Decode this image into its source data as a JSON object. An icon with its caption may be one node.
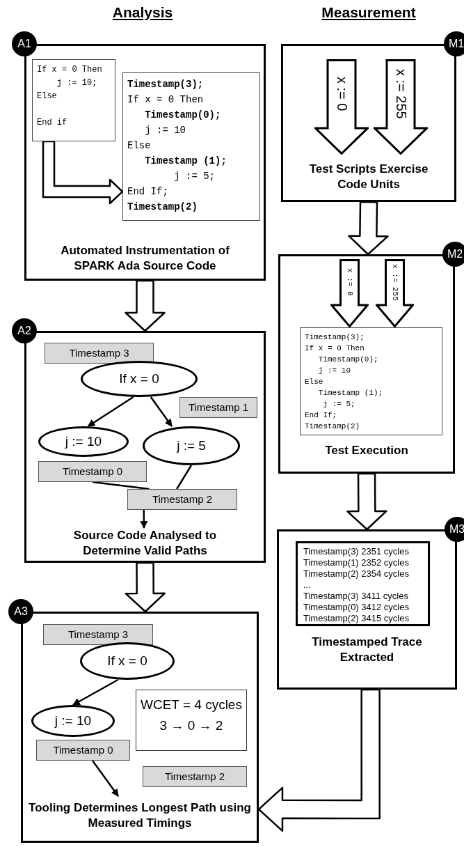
{
  "diagram": {
    "nodes": [
      {
        "text": [
          "A1",
          "Automated Instrumentation of SPARK Ada Source Code"
        ]
      },
      {
        "text": [
          "If x = 0 Then",
          "j := 10;",
          "Else",
          "End if"
        ],
        "in": 0
      },
      {
        "text": [
          "Timestamp(3);",
          "If x = 0 Then",
          "Timestamp(0);",
          "j := 10",
          "Else",
          "Timestamp (1);",
          "j := 5;",
          "End If;",
          "Timestamp(2)"
        ],
        "in": 0
      },
      {
        "text": [
          "A2",
          "Source Code Analysed to Determine Valid Paths"
        ]
      },
      {
        "text": [
          "Timestamp 3"
        ],
        "in": 3
      },
      {
        "text": [
          "If x = 0"
        ],
        "in": 3
      },
      {
        "text": [
          "Timestamp 1"
        ],
        "in": 3
      },
      {
        "text": [
          "j := 10"
        ],
        "in": 3
      },
      {
        "text": [
          "j := 5"
        ],
        "in": 3
      },
      {
        "text": [
          "Timestamp 0"
        ],
        "in": 3
      },
      {
        "text": [
          "Timestamp 2"
        ],
        "in": 3
      },
      {
        "text": [
          "A3",
          "Tooling Determines Longest Path using Measured Timings"
        ]
      },
      {
        "text": [
          "Timestamp 3"
        ],
        "in": 11
      },
      {
        "text": [
          "If x = 0"
        ],
        "in": 11
      },
      {
        "text": [
          "j := 10"
        ],
        "in": 11
      },
      {
        "text": [
          "WCET = 4 cycles",
          "3 → 0 → 2"
        ],
        "in": 11
      },
      {
        "text": [
          "Timestamp 0"
        ],
        "in": 11
      },
      {
        "text": [
          "Timestamp 2"
        ],
        "in": 11
      },
      {
        "text": [
          "M1",
          "Test Scripts Exercise Code Units"
        ]
      },
      {
        "text": [
          "x := 0"
        ],
        "in": 18
      },
      {
        "text": [
          "x := 255"
        ],
        "in": 18
      },
      {
        "text": [
          "M2",
          "Test Execution"
        ]
      },
      {
        "text": [
          "x := 0"
        ],
        "in": 21
      },
      {
        "text": [
          "x := 255"
        ],
        "in": 21
      },
      {
        "text": [
          "Timestamp(3);",
          "If x = 0 Then",
          "Timestamp(0);",
          "j := 10",
          "Else",
          "Timestamp (1);",
          "j := 5;",
          "End If;",
          "Timestamp(2)"
        ],
        "in": 21
      },
      {
        "text": [
          "M3",
          "Timestamped Trace Extracted"
        ]
      },
      {
        "text": [
          "Timestamp(3) 2351 cycles",
          "Timestamp(1) 2352 cycles",
          "Timestamp(2) 2354 cycles",
          "...",
          "Timestamp(3) 3411 cycles",
          "Timestamp(0) 3412 cycles",
          "Timestamp(2) 3415 cycles"
        ],
        "in": 25
      }
    ],
    "edges": [
      {
        "from": 1,
        "to": 2,
        "arrow": "to",
        "style": "thick"
      },
      {
        "from": 0,
        "to": 3,
        "arrow": "to",
        "style": "thick"
      },
      {
        "from": 3,
        "to": 11,
        "arrow": "to",
        "style": "thick"
      },
      {
        "from": 18,
        "to": 21,
        "arrow": "to",
        "style": "thick"
      },
      {
        "from": 21,
        "to": 25,
        "arrow": "to",
        "style": "thick"
      },
      {
        "from": 25,
        "to": 11,
        "arrow": "to",
        "style": "thick"
      },
      {
        "from": 5,
        "to": 7,
        "arrow": "to"
      },
      {
        "from": 5,
        "to": 8,
        "arrow": "to"
      },
      {
        "from": 9,
        "to": 10,
        "arrow": "none"
      },
      {
        "from": 8,
        "to": 10,
        "arrow": "none"
      },
      {
        "from": 10,
        "to": null,
        "arrow": "to"
      },
      {
        "from": 13,
        "to": 14,
        "arrow": "to"
      },
      {
        "from": 16,
        "to": null,
        "arrow": "to"
      }
    ],
    "labels": [
      "Analysis",
      "Measurement"
    ]
  }
}
